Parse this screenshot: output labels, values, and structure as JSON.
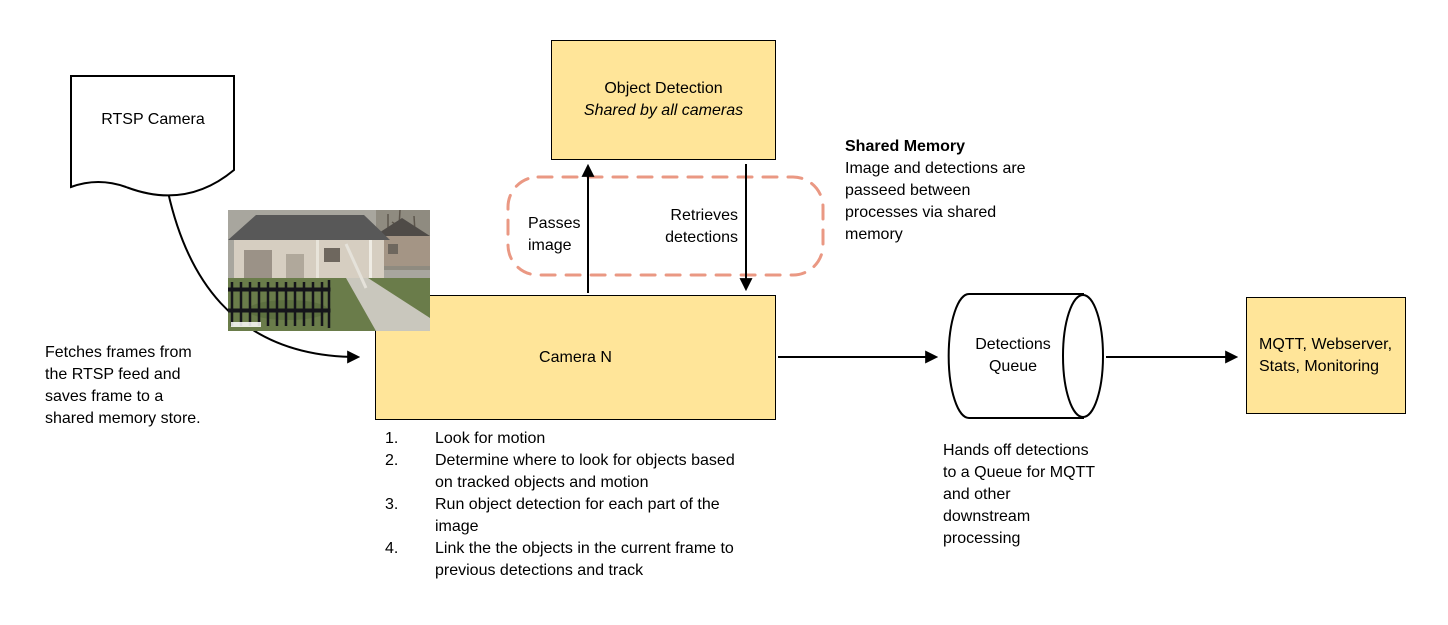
{
  "colors": {
    "node_fill": "#ffe599",
    "node_border": "#000000",
    "shared_memory_dash": "#ea9883",
    "arrow": "#000000",
    "background": "#ffffff"
  },
  "nodes": {
    "rtsp_camera": {
      "label": "RTSP Camera"
    },
    "object_detection": {
      "title": "Object Detection",
      "subtitle": "Shared by all cameras"
    },
    "camera_n": {
      "label": "Camera N"
    },
    "detections_queue": {
      "label": "Detections Queue"
    },
    "mqtt_box": {
      "label": "MQTT, Webserver, Stats, Monitoring"
    }
  },
  "labels": {
    "passes_image": "Passes image",
    "retrieves_detections": "Retrieves detections",
    "shared_memory_title": "Shared Memory",
    "shared_memory_body": "Image and detections are passeed between processes via shared memory",
    "fetches_note": "Fetches frames from the RTSP feed and saves frame to a shared memory store.",
    "queue_note": "Hands off detections to a Queue for MQTT and other downstream processing"
  },
  "camera_steps": [
    {
      "num": "1.",
      "text": "Look for motion"
    },
    {
      "num": "2.",
      "text": "Determine where to look for objects based on tracked objects and motion"
    },
    {
      "num": "3.",
      "text": "Run object detection for each part of the image"
    },
    {
      "num": "4.",
      "text": "Link the the objects in the current frame to previous detections and track"
    }
  ]
}
